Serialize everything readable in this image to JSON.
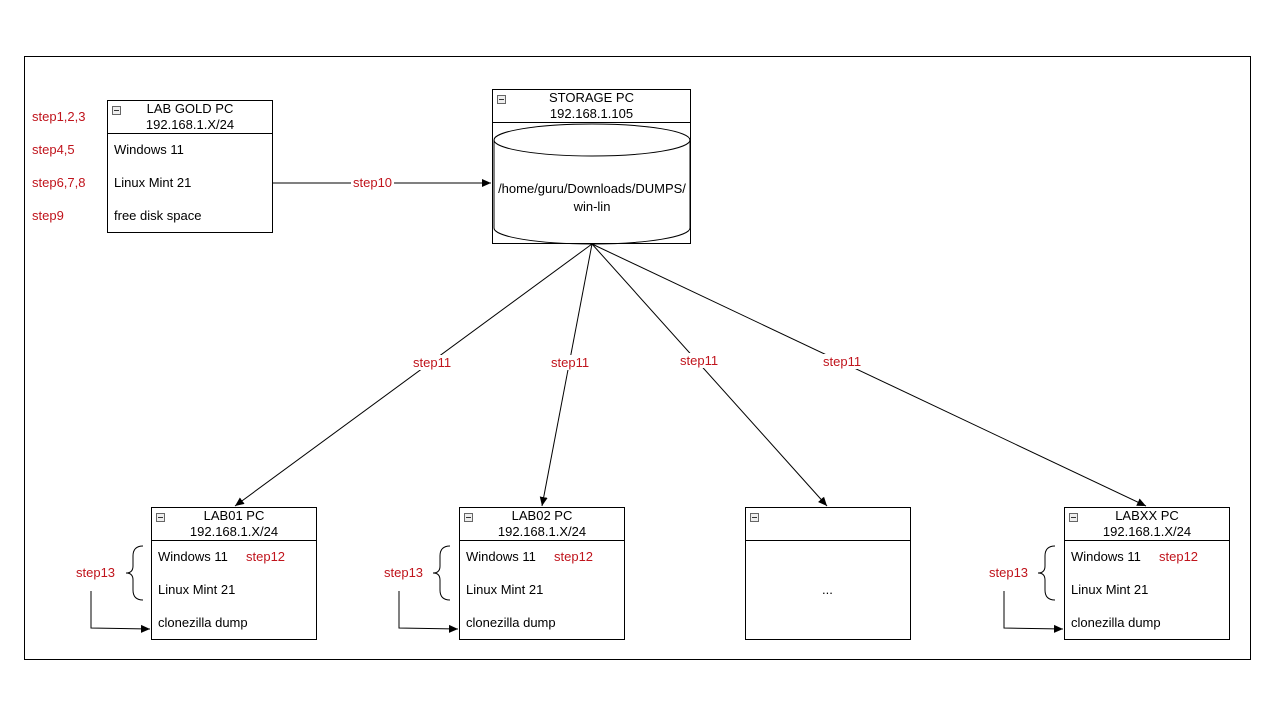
{
  "gold": {
    "title": "LAB GOLD PC",
    "ip": "192.168.1.X/24",
    "rows": [
      "Windows 11",
      "Linux Mint 21",
      "free disk space"
    ],
    "side_steps": [
      "step1,2,3",
      "step4,5",
      "step6,7,8",
      "step9"
    ]
  },
  "storage": {
    "title": "STORAGE PC",
    "ip": "192.168.1.105",
    "path_line1": "/home/guru/Downloads/DUMPS/",
    "path_line2": "win-lin"
  },
  "edges": {
    "gold_to_storage": "step10",
    "to_lab01": "step11",
    "to_lab02": "step11",
    "to_blank": "step11",
    "to_labxx": "step11"
  },
  "lab01": {
    "title": "LAB01 PC",
    "ip": "192.168.1.X/24",
    "rows": [
      "Windows 11",
      "Linux Mint 21",
      "clonezilla dump"
    ],
    "inline_step": "step12",
    "brace_step": "step13"
  },
  "lab02": {
    "title": "LAB02 PC",
    "ip": "192.168.1.X/24",
    "rows": [
      "Windows 11",
      "Linux Mint 21",
      "clonezilla dump"
    ],
    "inline_step": "step12",
    "brace_step": "step13"
  },
  "blank": {
    "content": "..."
  },
  "labxx": {
    "title": "LABXX PC",
    "ip": "192.168.1.X/24",
    "rows": [
      "Windows 11",
      "Linux Mint 21",
      "clonezilla dump"
    ],
    "inline_step": "step12",
    "brace_step": "step13"
  },
  "colors": {
    "step_label": "#c0141c",
    "line": "#000000"
  }
}
